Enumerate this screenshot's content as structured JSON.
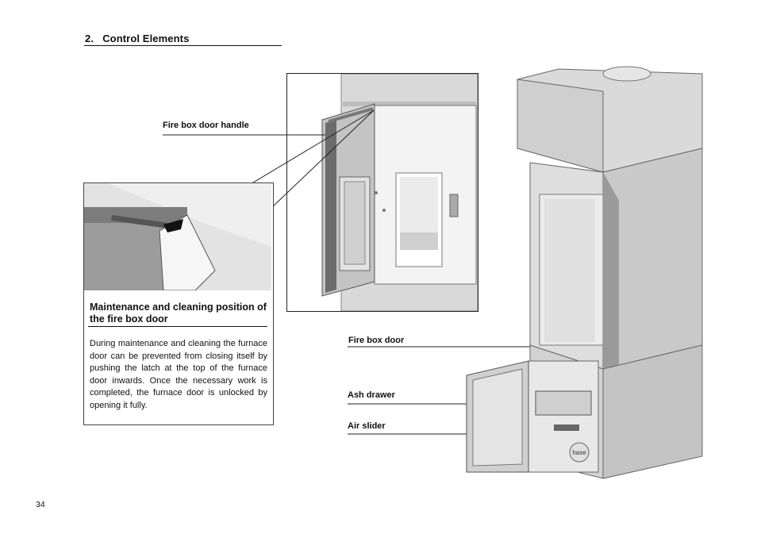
{
  "section": {
    "number": "2.",
    "title": "Control Elements"
  },
  "labels": {
    "fire_box_door_handle": "Fire box door handle",
    "fire_box_door": "Fire box door",
    "ash_drawer": "Ash drawer",
    "air_slider": "Air slider"
  },
  "callout": {
    "heading": "Maintenance and cleaning position of the fire box door",
    "body": "During maintenance and cleaning the furnace door can be prevented from closing itself by pushing the latch at the top of the furnace door inwards. Once the necessary work is completed, the furnace door is unlocked by opening it fully."
  },
  "stove_logo": "hase",
  "page_number": "34"
}
